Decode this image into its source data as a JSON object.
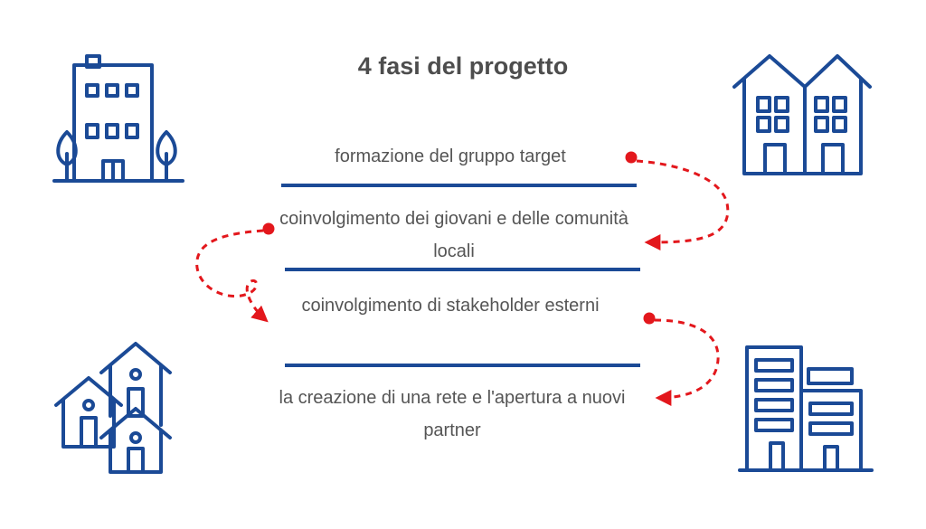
{
  "title": "4 fasi del progetto",
  "steps": [
    {
      "text": "formazione del gruppo target"
    },
    {
      "text": "coinvolgimento dei giovani e delle comunità locali"
    },
    {
      "text": "coinvolgimento di stakeholder esterni"
    },
    {
      "text": "la creazione di una rete e l'apertura a nuovi partner"
    }
  ],
  "colors": {
    "icon_blue": "#1b4a96",
    "title_gray": "#4d4d4d",
    "text_gray": "#555555",
    "arrow_red": "#e3171c"
  },
  "icons": [
    "apartment-building-with-trees-icon",
    "twin-houses-icon",
    "house-cluster-icon",
    "office-building-icon"
  ]
}
